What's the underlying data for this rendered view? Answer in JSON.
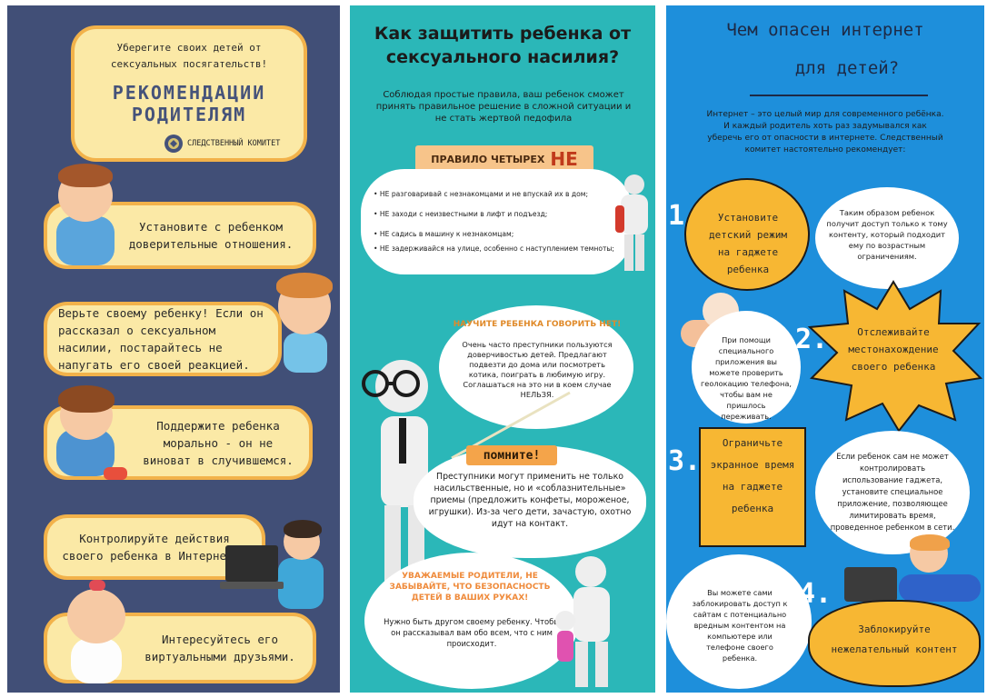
{
  "panel1": {
    "header_small": "Уберегите своих детей от сексуальных посягательств!",
    "title_line1": "РЕКОМЕНДАЦИИ",
    "title_line2": "РОДИТЕЛЯМ",
    "logo_text": "СЛЕДСТВЕННЫЙ КОМИТЕТ",
    "tips": [
      "Установите с ребенком доверительные отношения.",
      "Верьте своему ребенку! Если он рассказал о сексуальном насилии, постарайтесь не напугать его своей реакцией.",
      "Поддержите ребенка морально - он не виноват в случившемся.",
      "Контролируйте действия своего ребенка в Интернете.",
      "Интересуйтесь его виртуальными друзьями."
    ]
  },
  "panel2": {
    "title": "Как защитить ребенка от сексуального насилия?",
    "intro": "Соблюдая простые правила, ваш ребенок сможет принять правильное решение в сложной ситуации и не стать жертвой педофила",
    "rule_label": "ПРАВИЛО ЧЕТЫРЕХ",
    "rule_big": "НЕ",
    "rules": [
      "НЕ разговаривай с незнакомцами и не впускай их в дом;",
      "НЕ заходи с неизвестными в лифт и подъезд;",
      "НЕ садись в машину к незнакомцам;",
      "НЕ задерживайся на улице, особенно с наступлением темноты;"
    ],
    "teach_title": "НАУЧИТЕ РЕБЕНКА ГОВОРИТЬ НЕТ!",
    "teach_text": "Очень часто преступники пользуются доверчивостью детей. Предлагают подвезти до дома или посмотреть котика, поиграть в любимую игру. Соглашаться на это ни в коем случае НЕЛЬЗЯ.",
    "remember_title": "помните!",
    "remember_text": "Преступники могут применить не только насильственные, но и «соблазнительные» приемы (предложить конфеты, мороженое, игрушки). Из-за чего дети, зачастую, охотно идут на контакт.",
    "parents_title": "УВАЖАЕМЫЕ РОДИТЕЛИ, НЕ ЗАБЫВАЙТЕ, ЧТО БЕЗОПАСНОСТЬ ДЕТЕЙ В ВАШИХ РУКАХ!",
    "parents_text": "Нужно быть другом своему ребенку. Чтобы он рассказывал вам обо всем, что с ним происходит."
  },
  "panel3": {
    "title_line1": "Чем опасен интернет",
    "title_line2": "для детей?",
    "intro": "Интернет – это целый мир для современного ребёнка. И каждый родитель хоть раз задумывался как уберечь его от опасности в интернете. Следственный комитет настоятельно рекомендует:",
    "n1": "1.",
    "n2": "2.",
    "n3": "3.",
    "n4": "4.",
    "s1": "Установите детский режим на гаджете ребенка",
    "s1_text": "Таким образом ребенок получит доступ только к тому контенту, который подходит ему по возрастным ограничениям.",
    "s2": "Отслеживайте местонахождение своего ребенка",
    "s2_text": "При помощи специального приложения вы можете проверить геолокацию телефона, чтобы вам не пришлось переживать.",
    "s3": "Ограничьте экранное время на гаджете ребенка",
    "s3_text": "Если ребенок сам не может контролировать использование гаджета, установите специальное приложение, позволяющее лимитировать время, проведенное ребенком в сети.",
    "s4": "Заблокируйте нежелательный контент",
    "s4_text": "Вы можете сами заблокировать доступ к сайтам с потенциально вредным контентом на компьютере или телефоне своего ребенка."
  },
  "colors": {
    "panel1_bg": "#414f77",
    "panel2_bg": "#2bb7b8",
    "panel3_bg": "#1e8fdb",
    "pill_fill": "#fbe9a6",
    "pill_border": "#f2b24a",
    "accent_orange": "#f4a44a",
    "star_yellow": "#f7b733"
  }
}
